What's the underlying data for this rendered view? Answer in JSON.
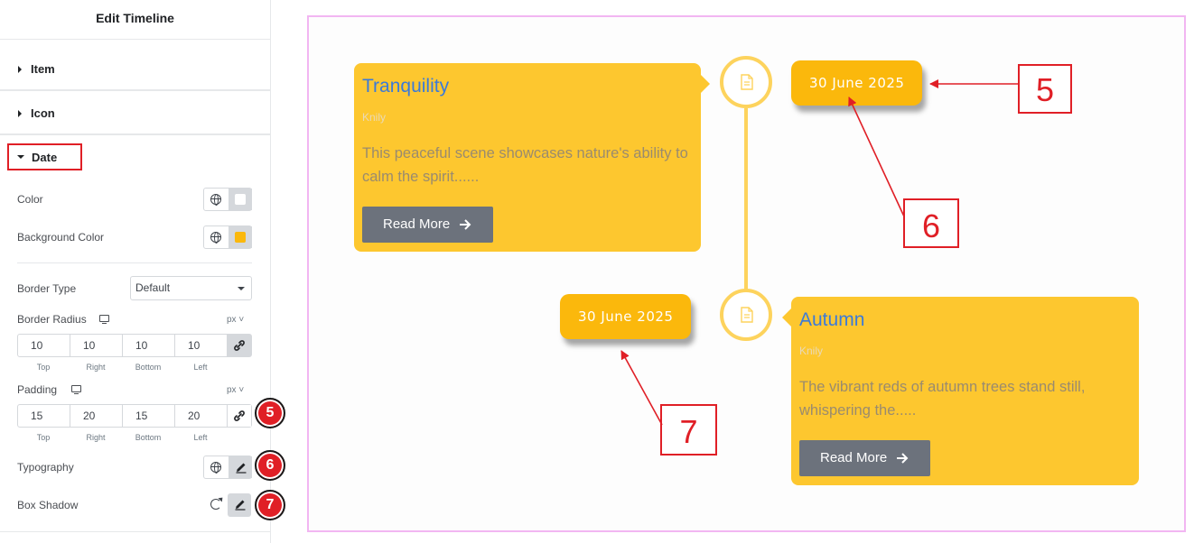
{
  "panel": {
    "title": "Edit Timeline",
    "sections": {
      "item": "Item",
      "icon": "Icon",
      "date": "Date"
    },
    "controls": {
      "color": "Color",
      "background_color": "Background Color",
      "border_type": "Border Type",
      "border_type_value": "Default",
      "border_radius": "Border Radius",
      "padding": "Padding",
      "typography": "Typography",
      "box_shadow": "Box Shadow",
      "unit": "px"
    },
    "dim_labels": {
      "top": "Top",
      "right": "Right",
      "bottom": "Bottom",
      "left": "Left"
    },
    "border_radius_values": {
      "top": "10",
      "right": "10",
      "bottom": "10",
      "left": "10"
    },
    "padding_values": {
      "top": "15",
      "right": "20",
      "bottom": "15",
      "left": "20"
    },
    "colors": {
      "date_text": "#ffffff",
      "date_background": "#fbb80c"
    }
  },
  "badges": {
    "five": "5",
    "six": "6",
    "seven": "7"
  },
  "timeline": {
    "items": [
      {
        "title": "Tranquility",
        "author": "Knily",
        "description": "This peaceful scene showcases nature's ability to calm the spirit......",
        "button": "Read More",
        "date": "30 June 2025"
      },
      {
        "title": "Autumn",
        "author": "Knily",
        "description": "The vibrant reds of autumn trees stand still, whispering the.....",
        "button": "Read More",
        "date": "30 June 2025"
      }
    ]
  },
  "callouts": {
    "five": "5",
    "six": "6",
    "seven": "7"
  },
  "icons": {
    "section_caret": "caret-right-icon",
    "global": "globe-icon",
    "responsive": "desktop-icon",
    "link": "link-icon",
    "edit": "pencil-icon",
    "reset": "reset-icon",
    "timeline_node": "document-icon",
    "button_arrow": "arrow-right-icon"
  }
}
